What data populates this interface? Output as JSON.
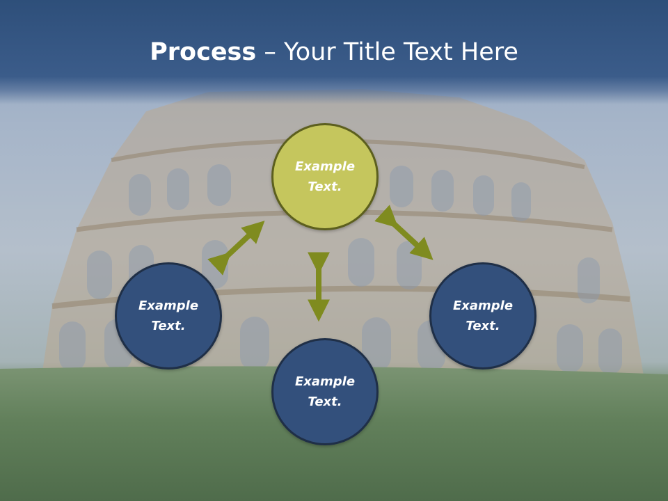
{
  "title": {
    "bold": "Process",
    "dash": " – ",
    "rest": "Your Title Text Here"
  },
  "nodes": [
    {
      "id": "top",
      "label": "Example\nText.",
      "color": "#c5c65d"
    },
    {
      "id": "left",
      "label": "Example\nText.",
      "color": "#33507c"
    },
    {
      "id": "bottom",
      "label": "Example\nText.",
      "color": "#33507c"
    },
    {
      "id": "right",
      "label": "Example\nText.",
      "color": "#33507c"
    }
  ],
  "colors": {
    "arrow": "#7f8b1f",
    "title_band": "#2e4f7a"
  }
}
